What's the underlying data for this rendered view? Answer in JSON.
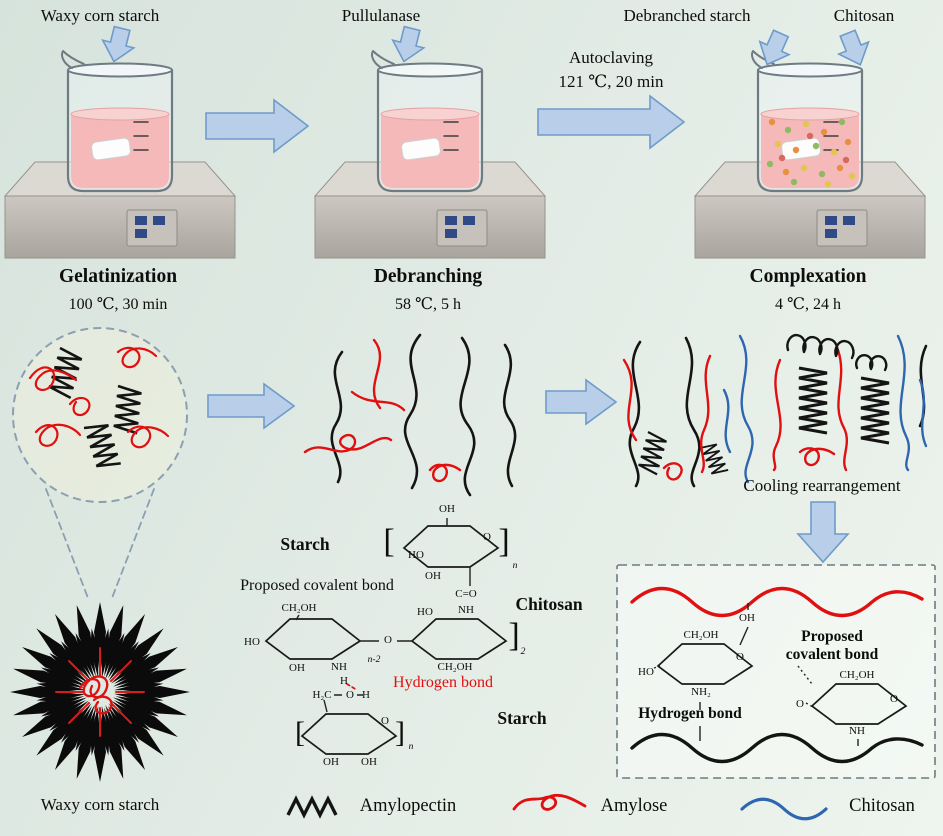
{
  "figure": {
    "top": {
      "waxy_corn_starch": "Waxy corn starch",
      "pullulanase": "Pullulanase",
      "debranched_starch": "Debranched starch",
      "chitosan": "Chitosan",
      "autoclaving_line1": "Autoclaving",
      "autoclaving_line2": "121 ℃, 20 min"
    },
    "steps": [
      {
        "name": "Gelatinization",
        "condition": "100 ℃, 30 min"
      },
      {
        "name": "Debranching",
        "condition": "58 ℃, 5 h"
      },
      {
        "name": "Complexation",
        "condition": "4 ℃, 24 h"
      }
    ],
    "middle": {
      "cooling": "Cooling rearrangement"
    },
    "chemistry": {
      "starch_top": "Starch",
      "covalent": "Proposed  covalent bond",
      "chitosan": "Chitosan",
      "hydrogen": "Hydrogen bond",
      "starch_bottom": "Starch"
    },
    "inset_box": {
      "covalent_line1": "Proposed",
      "covalent_line2": "covalent bond",
      "hydrogen": "Hydrogen bond"
    },
    "bottom": {
      "waxy_corn_starch": "Waxy corn starch"
    },
    "legend": [
      {
        "label": "Amylopectin",
        "color": "#141414"
      },
      {
        "label": "Amylose",
        "color": "#e01010"
      },
      {
        "label": "Chitosan",
        "color": "#2e66b0"
      }
    ],
    "atoms": {
      "OH": "OH",
      "HO": "HO",
      "O": "O",
      "H": "H",
      "CO": "C=O",
      "NH": "NH",
      "NH2": "NH₂",
      "CH2OH": "CH₂OH",
      "H2C": "H₂C",
      "n": "n",
      "n2": "n-2",
      "two": "2",
      "lb": "[",
      "rb": "]"
    },
    "colors": {
      "background": "#e2ebe5",
      "arrow_fill": "#b9cfe9",
      "arrow_stroke": "#6f9bca",
      "liquid_pink": "#f5b9ba",
      "amylopectin_black": "#141414",
      "amylose_red": "#e01010",
      "chitosan_blue": "#2e66b0"
    }
  }
}
